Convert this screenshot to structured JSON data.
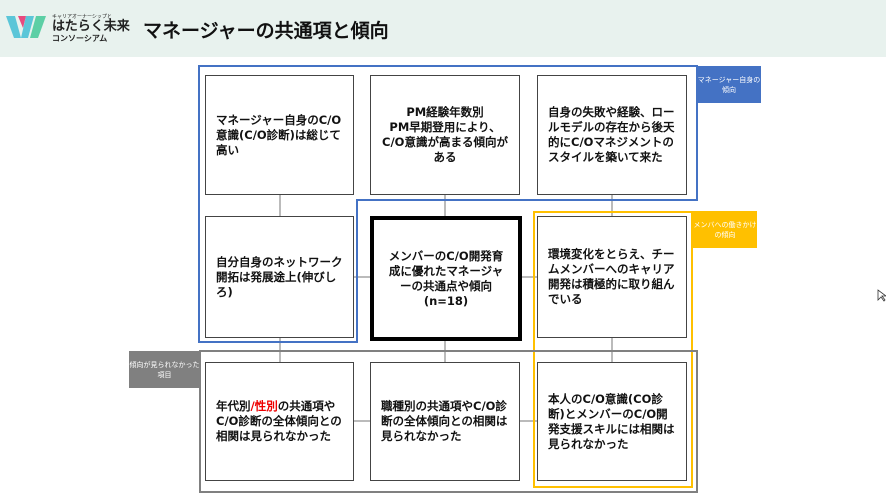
{
  "header": {
    "logo_tagline": "キャリアオーナーシップと",
    "logo_name": "はたらく未来",
    "logo_sub": "コンソーシアム",
    "title": "マネージャーの共通項と傾向"
  },
  "tags": {
    "manager": "マネージャー自身の傾向",
    "member": "メンバへの働きかけの傾向",
    "none": "傾向が見られなかった項目"
  },
  "boxes": {
    "b1": "マネージャー自身のC/O意識(C/O診断)は総じて高い",
    "b2": "PM経験年数別\nPM早期登用により、C/O意識が高まる傾向がある",
    "b3": "自身の失敗や経験、ロールモデルの存在から後天的にC/Oマネジメントのスタイルを築いて来た",
    "b4": "自分自身のネットワーク開拓は発展途上(伸びしろ)",
    "center": "メンバーのC/O開発育成に優れたマネージャーの共通点や傾向",
    "center_n": "(n=18)",
    "b6": "環境変化をとらえ、チームメンバーへのキャリア開発は積極的に取り組んでいる",
    "b7_pre": "年代別",
    "b7_red": "/性別",
    "b7_post": "の共通項やC/O診断の全体傾向との相関は見られなかった",
    "b8": "職種別の共通項やC/O診断の全体傾向との相関は見られなかった",
    "b9": "本人のC/O意識(CO診断)とメンバーのC/O開発支援スキルには相関は見られなかった"
  },
  "colors": {
    "blue": "#4472c4",
    "yellow": "#ffc000",
    "gray": "#808080"
  }
}
